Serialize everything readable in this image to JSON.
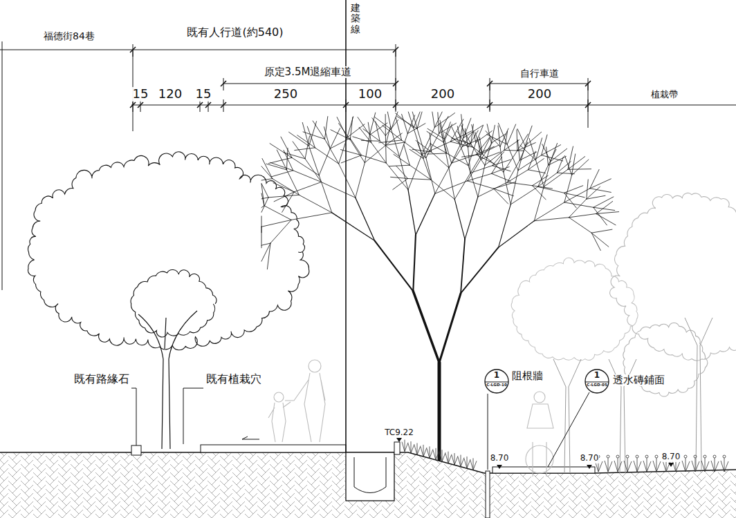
{
  "diagram": {
    "nodes": [
      {
        "text": [
          "1",
          "C-LGD-10"
        ]
      },
      {
        "text": [
          "1",
          "C-LGD-05"
        ]
      }
    ],
    "labels": [
      "福德街84巷",
      "既有人行道(約540)",
      "建築線",
      "原定3.5M退縮車道",
      "15",
      "120",
      "15",
      "250",
      "100",
      "200",
      "自行車道",
      "200",
      "植栽帶",
      "既有路緣石",
      "既有植栽穴",
      "TC9.22",
      "阻根牆",
      "透水磚鋪面",
      "8.70",
      "8.70",
      "8.70"
    ]
  }
}
